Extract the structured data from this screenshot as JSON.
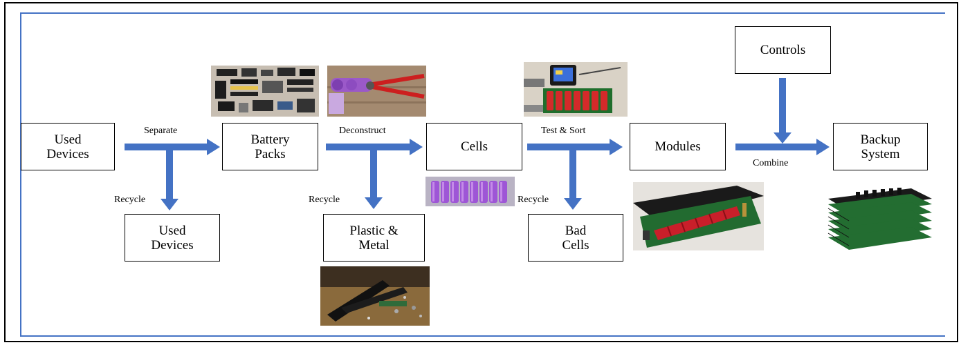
{
  "nodes": {
    "used_devices": "Used\nDevices",
    "battery_packs": "Battery\nPacks",
    "cells": "Cells",
    "modules": "Modules",
    "controls": "Controls",
    "backup_system": "Backup\nSystem",
    "used_devices_recycled": "Used\nDevices",
    "plastic_metal": "Plastic &\nMetal",
    "bad_cells": "Bad\nCells"
  },
  "edges": {
    "separate": "Separate",
    "recycle_1": "Recycle",
    "deconstruct": "Deconstruct",
    "recycle_2": "Recycle",
    "test_sort": "Test & Sort",
    "recycle_3": "Recycle",
    "combine": "Combine"
  },
  "colors": {
    "arrow": "#4472C4",
    "frame": "#4472C4",
    "box_border": "#000000"
  },
  "photos": [
    {
      "name": "battery-packs-photo",
      "subject": "battery-packs"
    },
    {
      "name": "deconstruct-photo",
      "subject": "cutting-pack"
    },
    {
      "name": "cells-photo",
      "subject": "purple-cells"
    },
    {
      "name": "plastic-metal-photo",
      "subject": "scrap"
    },
    {
      "name": "test-sort-photo",
      "subject": "cell-tester"
    },
    {
      "name": "modules-photo",
      "subject": "module"
    },
    {
      "name": "backup-system-photo",
      "subject": "stacked-modules"
    }
  ]
}
